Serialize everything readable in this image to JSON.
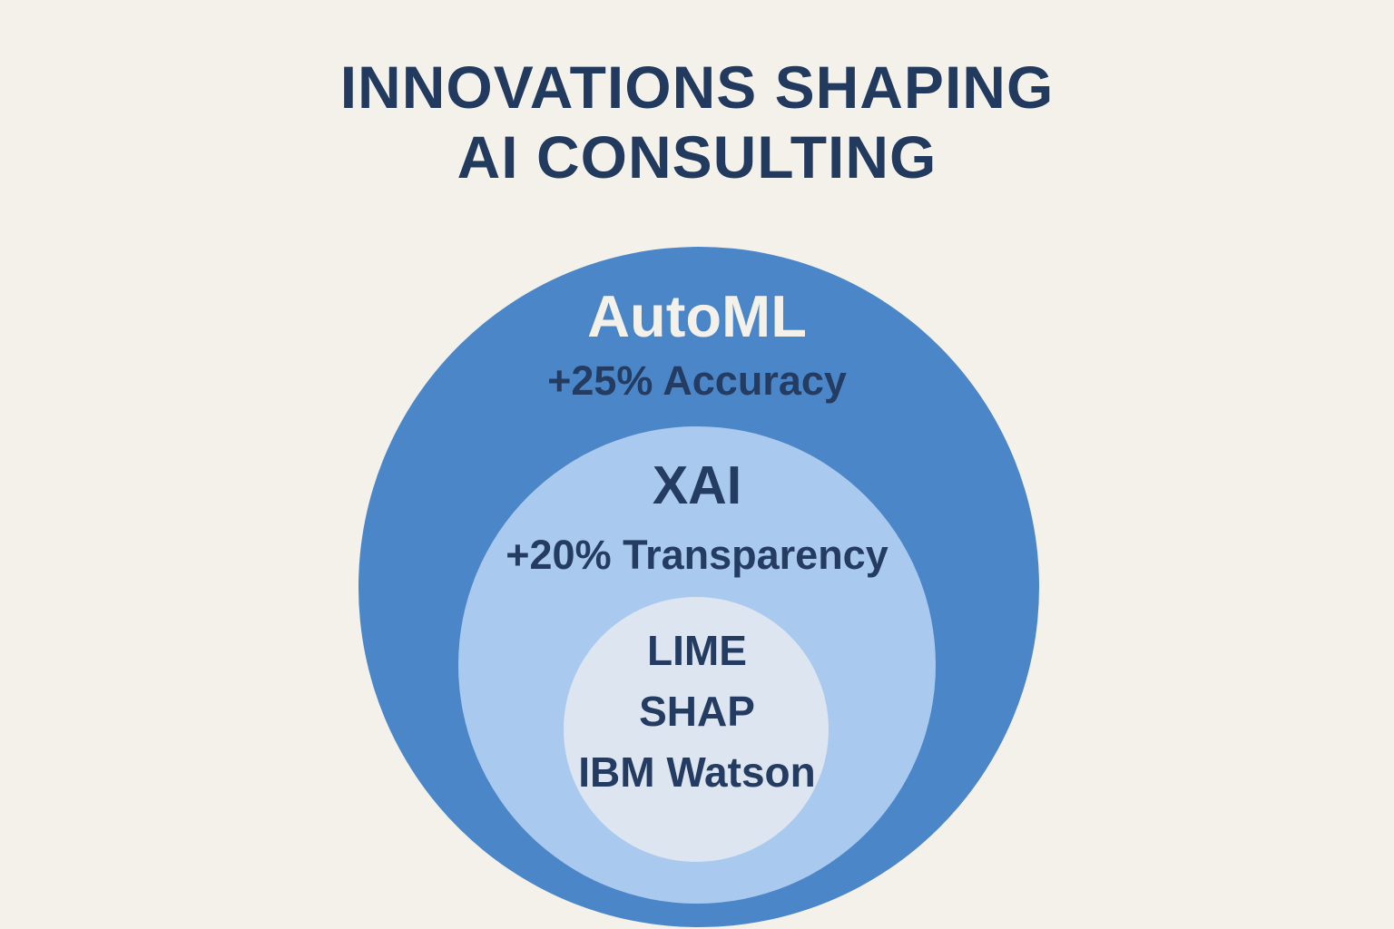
{
  "page": {
    "background_color": "#f4f1ea"
  },
  "title": {
    "line1": "INNOVATIONS SHAPING",
    "line2": "AI CONSULTING",
    "color": "#223a5e"
  },
  "diagram": {
    "type": "nested-circles",
    "outer": {
      "label": "AutoML",
      "metric": "+25% Accuracy",
      "fill": "#4a86c8",
      "label_color": "#f4f1ea",
      "metric_color": "#243c62"
    },
    "middle": {
      "label": "XAI",
      "metric": "+20% Transparency",
      "fill": "#a9c9ee",
      "label_color": "#243c62",
      "metric_color": "#243c62"
    },
    "inner": {
      "items": [
        "LIME",
        "SHAP",
        "IBM Watson"
      ],
      "fill": "#dce5f0",
      "text_color": "#243c62"
    }
  }
}
